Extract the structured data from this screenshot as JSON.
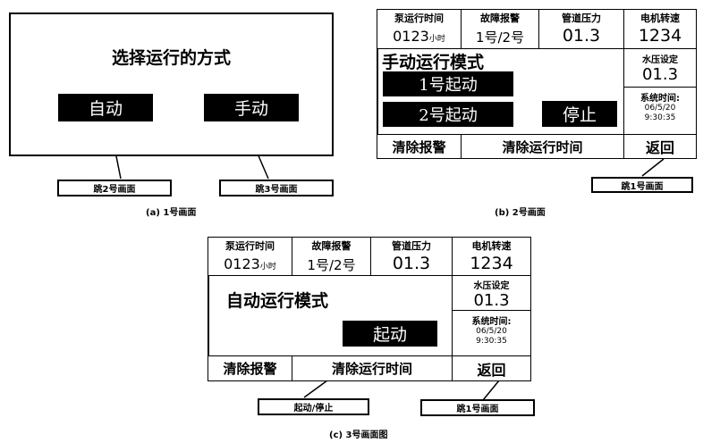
{
  "screen1": {
    "title": "选择运行的方式",
    "auto_label": "自动",
    "manual_label": "手动",
    "callout_auto": "跳2号画面",
    "callout_manual": "跳3号画面",
    "caption": "(a)  1号画面"
  },
  "screen2": {
    "pump_time_label": "泵运行时间",
    "pump_time_value": "0123",
    "pump_time_unit": "小时",
    "fault_label": "故障报警",
    "fault_value": "1号/2号",
    "pressure_label": "管道压力",
    "pressure_value": "01.3",
    "speed_label": "电机转速",
    "speed_value": "1234",
    "mode_title": "手动运行模式",
    "start1_label": "1号起动",
    "start2_label": "2号起动",
    "stop_label": "停止",
    "water_pressure_label": "水压设定",
    "water_pressure_value": "01.3",
    "sys_time_label": "系统时间:",
    "sys_date": "06/5/20",
    "sys_clock": "9:30:35",
    "clear_alarm_label": "清除报警",
    "clear_time_label": "清除运行时间",
    "return_label": "返回",
    "callout_return": "跳1号画面",
    "caption": "(b)  2号画面"
  },
  "screen3": {
    "pump_time_label": "泵运行时间",
    "pump_time_value": "0123",
    "pump_time_unit": "小时",
    "fault_label": "故障报警",
    "fault_value": "1号/2号",
    "pressure_label": "管道压力",
    "pressure_value": "01.3",
    "speed_label": "电机转速",
    "speed_value": "1234",
    "mode_title": "自动运行模式",
    "start_label": "起动",
    "water_pressure_label": "水压设定",
    "water_pressure_value": "01.3",
    "sys_time_label": "系统时间:",
    "sys_date": "06/5/20",
    "sys_clock": "9:30:35",
    "clear_alarm_label": "清除报警",
    "clear_time_label": "清除运行时间",
    "return_label": "返回",
    "callout_start_stop": "起动/停止",
    "callout_return": "跳1号画面",
    "caption": "(c) 3号画面图"
  }
}
